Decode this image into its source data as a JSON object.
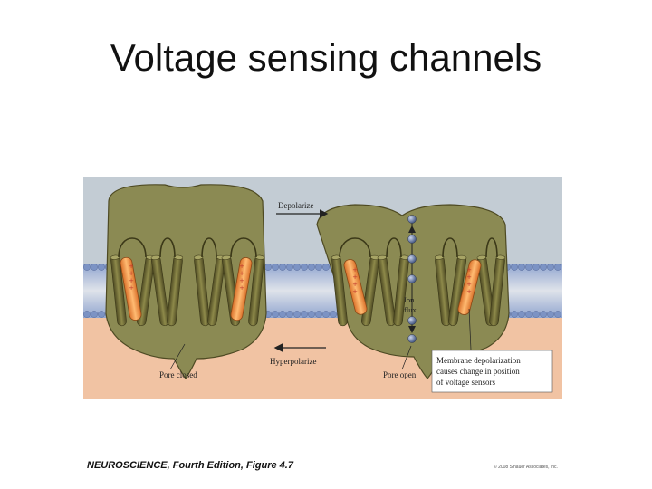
{
  "slide": {
    "title": "Voltage sensing channels"
  },
  "figure": {
    "labels": {
      "depolarize": "Depolarize",
      "hyperpolarize": "Hyperpolarize",
      "pore_closed": "Pore closed",
      "pore_open": "Pore open",
      "ion": "Ion",
      "flux": "flux",
      "callout_line1": "Membrane depolarization",
      "callout_line2": "causes change in position",
      "callout_line3": "of voltage sensors"
    },
    "charge_symbols": {
      "closed": "+",
      "open": "+"
    },
    "colors": {
      "extracellular": "#c3ccd4",
      "intracellular": "#f1c3a3",
      "membrane_head": "#7c93c4",
      "channel_body": "#8b8a53",
      "helix": "#5f5a2d",
      "sensor": "#f09a42",
      "ion": "#5a6d9a"
    }
  },
  "footer": {
    "caption": "NEUROSCIENCE, Fourth Edition, Figure 4.7",
    "copyright": "© 2008 Sinauer Associates, Inc."
  }
}
